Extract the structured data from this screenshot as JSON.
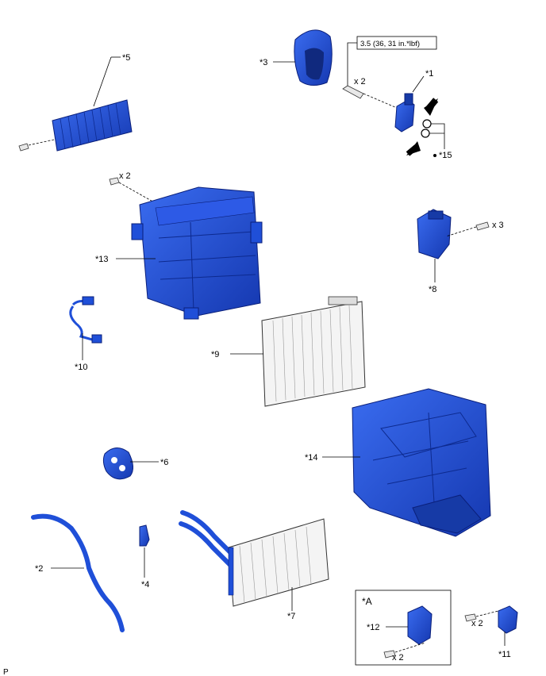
{
  "labels": {
    "p1": "*1",
    "p2": "*2",
    "p3": "*3",
    "p4": "*4",
    "p5": "*5",
    "p6": "*6",
    "p7": "*7",
    "p8": "*8",
    "p9": "*9",
    "p10": "*10",
    "p11": "*11",
    "p12": "*12",
    "p13": "*13",
    "p14": "*14",
    "p15": "*15"
  },
  "torque": {
    "spec": "3.5 (36, 31 in.*lbf)"
  },
  "qty": {
    "x2": "x 2",
    "x3": "x 3"
  },
  "inset": {
    "label": "*A"
  },
  "footer": {
    "code": "P"
  },
  "colors": {
    "part_blue": "#1f4fd8",
    "outline_dark": "#0a1f7a"
  }
}
